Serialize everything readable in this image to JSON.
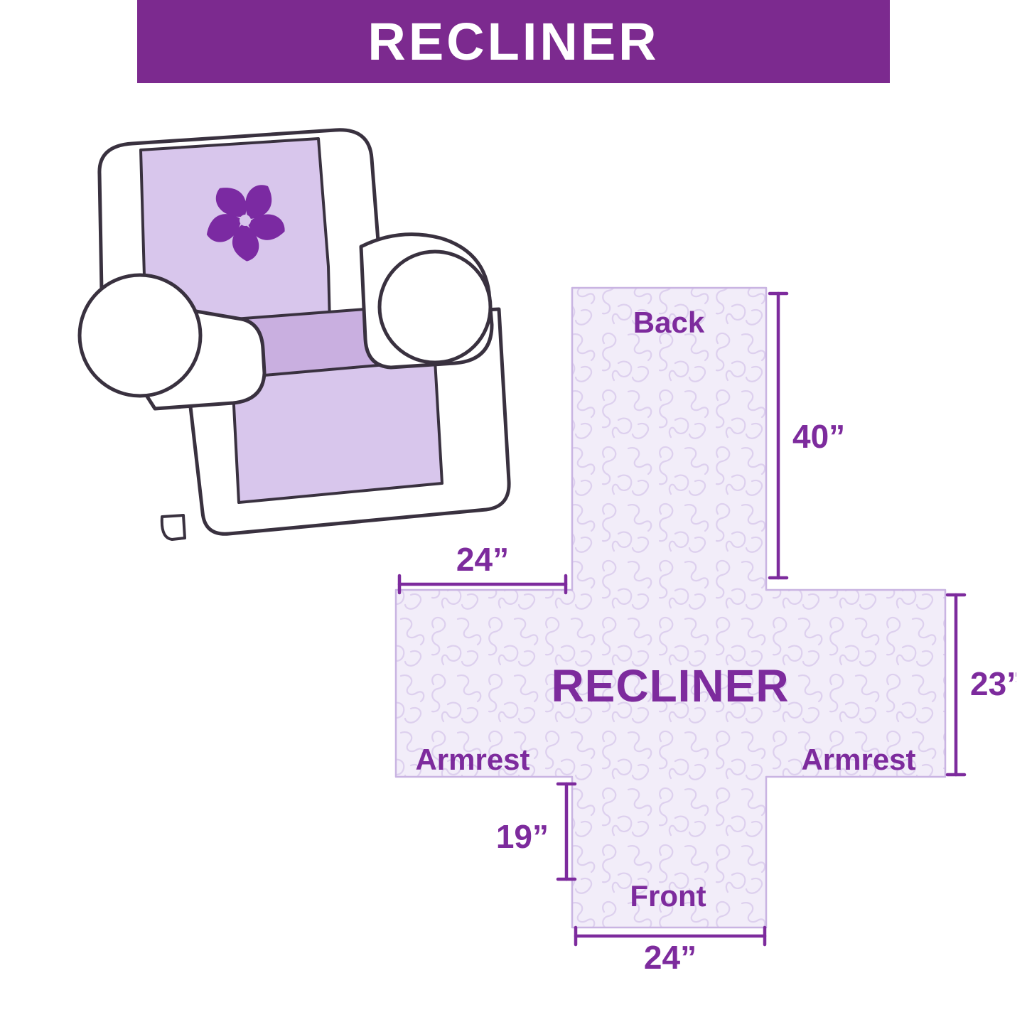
{
  "header": {
    "title": "RECLINER"
  },
  "illustration": {
    "subject": "recliner armchair with quilted protective cover",
    "emblem": "pinwheel-icon"
  },
  "diagram": {
    "center_label": "RECLINER",
    "back_label": "Back",
    "front_label": "Front",
    "armrest_left_label": "Armrest",
    "armrest_right_label": "Armrest",
    "dim_back_height": "40”",
    "dim_top_width": "24”",
    "dim_side_height": "23”",
    "dim_front_height": "19”",
    "dim_bottom_width": "24”"
  },
  "colors": {
    "banner_purple": "#7c2a8f",
    "label_purple": "#7d2b9d",
    "cover_lavender": "#d8c6ec",
    "seat_lavender": "#c9afe0",
    "pinwheel_purple": "#7b2aa2",
    "pattern_fill": "#f2edf9",
    "pattern_texture": "#ddd0ee",
    "outline_dark": "#39313f",
    "white": "#ffffff"
  }
}
